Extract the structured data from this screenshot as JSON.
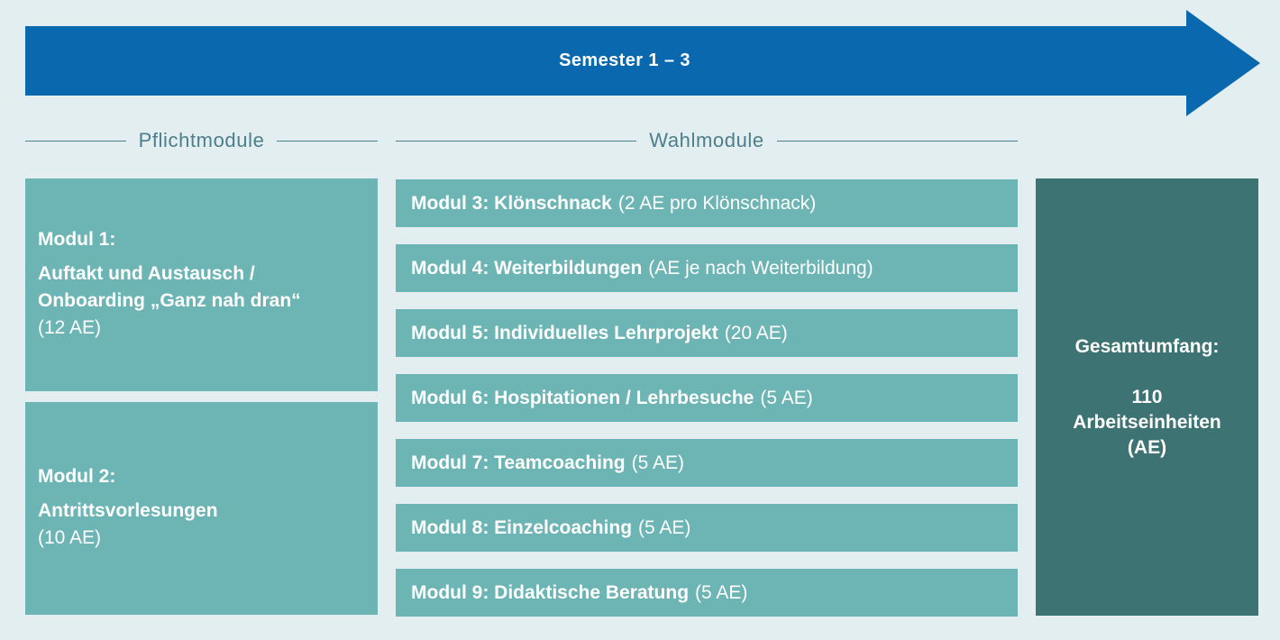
{
  "arrow": {
    "label": "Semester 1 – 3",
    "color": "#0a69ae",
    "text_color": "#ffffff"
  },
  "sections": {
    "pflichtmodule": {
      "label": "Pflichtmodule"
    },
    "wahlmodule": {
      "label": "Wahlmodule"
    }
  },
  "pflicht_modules": [
    {
      "title": "Modul 1:",
      "name": "Auftakt und Austausch / Onboarding „Ganz nah dran“",
      "ae": "(12 AE)"
    },
    {
      "title": "Modul 2:",
      "name": "Antrittsvorlesungen",
      "ae": "(10 AE)"
    }
  ],
  "wahl_modules": [
    {
      "bold": "Modul 3: Klönschnack",
      "normal": "(2 AE pro Klönschnack)"
    },
    {
      "bold": "Modul 4: Weiterbildungen",
      "normal": "(AE je nach Weiterbildung)"
    },
    {
      "bold": "Modul 5: Individuelles Lehrprojekt",
      "normal": "(20 AE)"
    },
    {
      "bold": "Modul 6: Hospitationen / Lehrbesuche",
      "normal": "(5 AE)"
    },
    {
      "bold": "Modul 7: Teamcoaching",
      "normal": "(5 AE)"
    },
    {
      "bold": "Modul 8: Einzelcoaching",
      "normal": "(5 AE)"
    },
    {
      "bold": "Modul 9: Didaktische Beratung",
      "normal": "(5 AE)"
    }
  ],
  "total": {
    "title": "Gesamtumfang:",
    "line1": "110",
    "line2": "Arbeitseinheiten",
    "line3": "(AE)"
  },
  "colors": {
    "background": "#e2eef0",
    "arrow_blue": "#0a69ae",
    "module_teal": "#6db4b4",
    "total_dark_teal": "#3d7473",
    "header_text": "#4d7e8c",
    "box_text": "#ffffff"
  }
}
